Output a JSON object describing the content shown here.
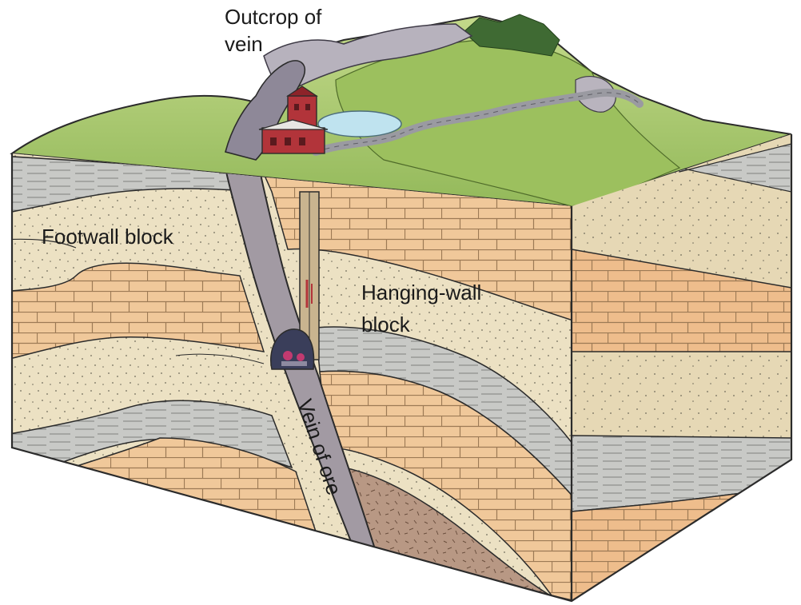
{
  "labels": {
    "outcrop_line1": "Outcrop of",
    "outcrop_line2": "vein",
    "footwall": "Footwall block",
    "hanging_line1": "Hanging-wall",
    "hanging_line2": "block",
    "vein_of_ore": "Vein of ore"
  },
  "colors": {
    "grass": "#a9c96a",
    "grass_dark": "#7fa84a",
    "sandstone": "#ece1c3",
    "limestone": "#f0c89a",
    "limestone_mortar": "#9c7a55",
    "shale": "#c8c9c6",
    "shale_dark": "#8d8f8c",
    "vein": "#a29aa3",
    "ore_body": "#b89884",
    "outline": "#2b2b2b",
    "water": "#bfe3ef",
    "building": "#b2343a"
  }
}
